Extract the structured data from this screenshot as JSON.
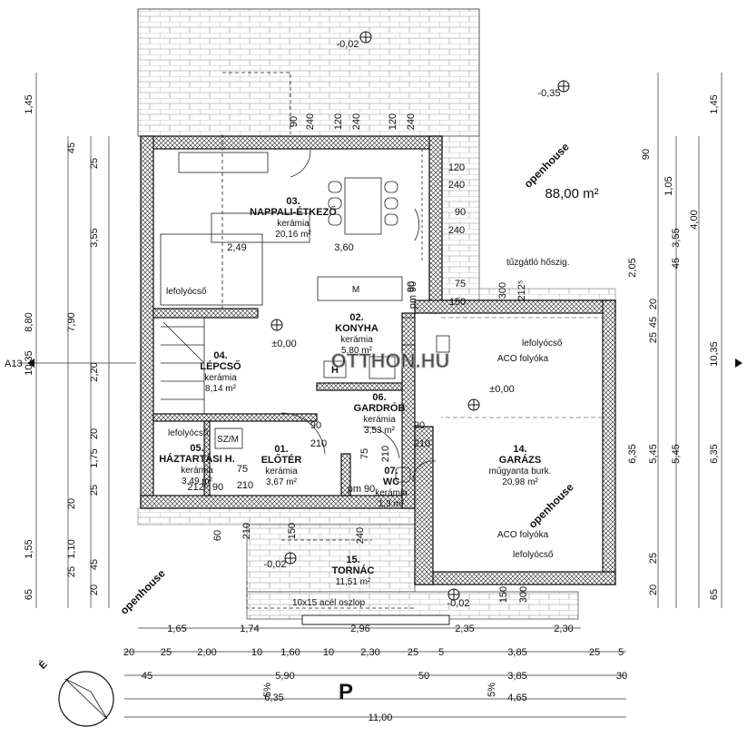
{
  "rooms": [
    {
      "id": "nappali",
      "num": "03.",
      "name": "NAPPALI-ÉTKEZŐ",
      "material": "kerámia",
      "area": "20,16 m²"
    },
    {
      "id": "konyha",
      "num": "02.",
      "name": "KONYHA",
      "material": "kerámia",
      "area": "5,80 m²"
    },
    {
      "id": "lepcso",
      "num": "04.",
      "name": "LÉPCSŐ",
      "material": "kerámia",
      "area": "8,14 m²"
    },
    {
      "id": "gardrob",
      "num": "06.",
      "name": "GARDRÓB",
      "material": "kerámia",
      "area": "3,53 m²"
    },
    {
      "id": "haztartasi",
      "num": "05.",
      "name": "HÁZTARTÁSI H.",
      "material": "kerámia",
      "area": "3,49 m²"
    },
    {
      "id": "eloter",
      "num": "01.",
      "name": "ELŐTÉR",
      "material": "kerámia",
      "area": "3,67 m²"
    },
    {
      "id": "wc",
      "num": "07.",
      "name": "WC",
      "material": "kerámia",
      "area": "1,3 m²"
    },
    {
      "id": "garazs",
      "num": "14.",
      "name": "GARÁZS",
      "material": "műgyanta burk.",
      "area": "20,98 m²"
    },
    {
      "id": "tornac",
      "num": "15.",
      "name": "TORNÁC",
      "material": "",
      "area": "11,51 m²"
    }
  ],
  "total_area": "88,00 m²",
  "levels": [
    "-0,02",
    "-0,35",
    "±0,00",
    "±0,00",
    "-0,02",
    "-0,02"
  ],
  "annotations": {
    "lefolyo": "lefolyócső",
    "aco": "ACO folyóka",
    "tuzgatlo": "tűzgátló hőszig.",
    "oszlop": "10x15 acél oszlop",
    "sz_m": "SZ/M",
    "m_label": "M",
    "h_label": "H",
    "north": "É",
    "parking": "P",
    "section": "A13",
    "watermark": "OTTHON.HU",
    "watermark_brand": "openhouse",
    "slope": "5%"
  },
  "dims_interior": [
    "90",
    "240",
    "120",
    "240",
    "120",
    "240",
    "120",
    "240",
    "90",
    "240",
    "2,49",
    "3,60",
    "90",
    "75",
    "150",
    "300",
    "212⁵",
    "90",
    "210",
    "90",
    "210",
    "75",
    "210",
    "75",
    "210",
    "90",
    "210",
    "150",
    "240",
    "60",
    "150",
    "300",
    "212⁵",
    "pm 90",
    "pm 90",
    "pm 90"
  ],
  "dims_left": [
    "1,45",
    "45",
    "25",
    "3,55",
    "8,80",
    "7,90",
    "10,35",
    "2,20",
    "20",
    "1,75",
    "25",
    "20",
    "1,10",
    "1,55",
    "65",
    "45",
    "25",
    "20"
  ],
  "dims_right": [
    "1,45",
    "90",
    "1,05",
    "4,00",
    "3,55",
    "45",
    "2,05",
    "20",
    "45",
    "25",
    "10,35",
    "6,35",
    "5,45",
    "5,45",
    "6,35",
    "25",
    "20",
    "65"
  ],
  "dims_bottom": {
    "row1": [
      "1,65",
      "1,74",
      "2,96",
      "2,35",
      "2,30"
    ],
    "row2": [
      "20",
      "25",
      "2,00",
      "10",
      "1,60",
      "10",
      "2,30",
      "25",
      "5",
      "3,85",
      "25",
      "5"
    ],
    "row3": [
      "45",
      "5,90",
      "50",
      "3,85",
      "30"
    ],
    "row4": [
      "6,35",
      "4,65"
    ],
    "row5": [
      "11,00"
    ]
  }
}
